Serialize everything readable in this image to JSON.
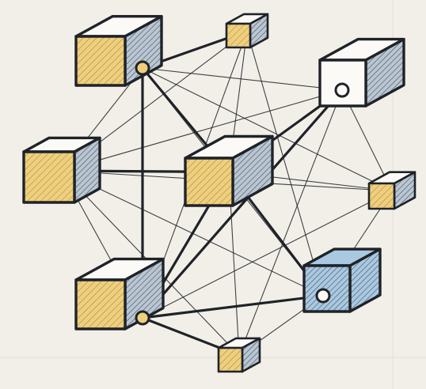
{
  "diagram": {
    "type": "network-of-cubes",
    "colors": {
      "background": "#f2efe9",
      "outline": "#1f2328",
      "yellow": "#f0cf7c",
      "blue_gray": "#b9c6d3",
      "light_blue": "#a9c9e3",
      "white": "#fbfaf7",
      "hatch": "#4a4f55"
    },
    "nodes": [
      {
        "id": "n1",
        "name": "top-left-large-cube",
        "style": "yellow-front",
        "port": true
      },
      {
        "id": "n2",
        "name": "top-small-cube",
        "style": "yellow-front",
        "port": false
      },
      {
        "id": "n3",
        "name": "top-right-white-cube",
        "style": "white-front",
        "port": true
      },
      {
        "id": "n4",
        "name": "left-mid-cube",
        "style": "yellow-front",
        "port": false
      },
      {
        "id": "n5",
        "name": "center-cube",
        "style": "yellow-front",
        "port": false
      },
      {
        "id": "n6",
        "name": "right-small-cube",
        "style": "yellow-front",
        "port": false
      },
      {
        "id": "n7",
        "name": "bottom-left-large-cube",
        "style": "yellow-front",
        "port": true
      },
      {
        "id": "n8",
        "name": "right-blue-cube",
        "style": "blue-front",
        "port": true
      },
      {
        "id": "n9",
        "name": "bottom-small-cube",
        "style": "yellow-front",
        "port": false
      }
    ],
    "edges": [
      {
        "from": "n1",
        "to": "n2",
        "weight": "thick"
      },
      {
        "from": "n1",
        "to": "n5",
        "weight": "thick"
      },
      {
        "from": "n1",
        "to": "n7",
        "weight": "thick"
      },
      {
        "from": "n4",
        "to": "n5",
        "weight": "thick"
      },
      {
        "from": "n5",
        "to": "n3",
        "weight": "thick"
      },
      {
        "from": "n5",
        "to": "n7",
        "weight": "thick"
      },
      {
        "from": "n5",
        "to": "n8",
        "weight": "thick"
      },
      {
        "from": "n7",
        "to": "n8",
        "weight": "thick"
      },
      {
        "from": "n3",
        "to": "n7",
        "weight": "thick"
      },
      {
        "from": "n7",
        "to": "n9",
        "weight": "thick"
      },
      {
        "from": "n1",
        "to": "n4",
        "weight": "thin"
      },
      {
        "from": "n1",
        "to": "n3",
        "weight": "thin"
      },
      {
        "from": "n1",
        "to": "n6",
        "weight": "thin"
      },
      {
        "from": "n1",
        "to": "n8",
        "weight": "thin"
      },
      {
        "from": "n2",
        "to": "n4",
        "weight": "thin"
      },
      {
        "from": "n2",
        "to": "n5",
        "weight": "thin"
      },
      {
        "from": "n2",
        "to": "n7",
        "weight": "thin"
      },
      {
        "from": "n2",
        "to": "n8",
        "weight": "thin"
      },
      {
        "from": "n3",
        "to": "n4",
        "weight": "thin"
      },
      {
        "from": "n3",
        "to": "n6",
        "weight": "thin"
      },
      {
        "from": "n4",
        "to": "n6",
        "weight": "thin"
      },
      {
        "from": "n4",
        "to": "n7",
        "weight": "thin"
      },
      {
        "from": "n4",
        "to": "n8",
        "weight": "thin"
      },
      {
        "from": "n4",
        "to": "n9",
        "weight": "thin"
      },
      {
        "from": "n5",
        "to": "n6",
        "weight": "thin"
      },
      {
        "from": "n5",
        "to": "n9",
        "weight": "thin"
      },
      {
        "from": "n6",
        "to": "n7",
        "weight": "thin"
      },
      {
        "from": "n6",
        "to": "n8",
        "weight": "thin"
      },
      {
        "from": "n8",
        "to": "n9",
        "weight": "thin"
      },
      {
        "from": "n3",
        "to": "n9",
        "weight": "thin"
      }
    ]
  }
}
